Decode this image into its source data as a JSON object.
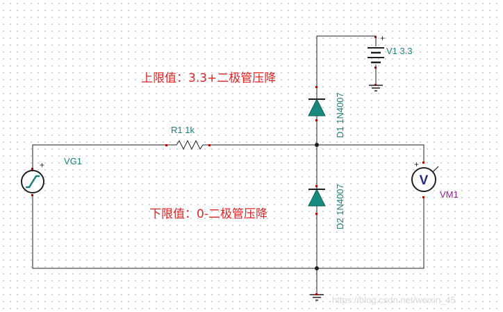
{
  "components": {
    "battery": {
      "label": "V1 3.3",
      "plus": "+"
    },
    "diode_top": {
      "label": "D1 1N4007"
    },
    "diode_bottom": {
      "label": "D2 1N4007"
    },
    "resistor": {
      "label": "R1 1k"
    },
    "generator": {
      "label": "VG1",
      "plus": "+"
    },
    "voltmeter": {
      "label": "VM1",
      "symbol": "V",
      "plus": "+"
    }
  },
  "annotations": {
    "upper_limit": "上限值：3.3+二极管压降",
    "lower_limit": "下限值：0-二极管压降"
  },
  "colors": {
    "wire": "#1f1f1f",
    "component_label": "#19807d",
    "meter_label": "#8a1f8a",
    "annotation": "#e02222",
    "diode_fill": "#178a7d",
    "generator_symbol": "#19807d",
    "pin": "#b30000"
  },
  "watermark": "https://blog.csdn.net/weixin_45"
}
